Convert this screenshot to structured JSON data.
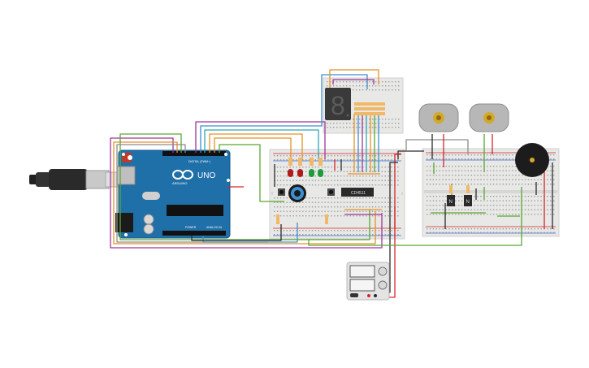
{
  "arduino": {
    "logo_text": "UNO",
    "brand_text": "ARDUINO",
    "digital_label": "DIGITAL (PWM~)",
    "analog_label": "ANALOG IN",
    "power_label": "POWER"
  },
  "ic": {
    "label": "CD4511"
  },
  "seven_segment": {
    "digit": "8"
  },
  "transistors": [
    {
      "label": "N"
    },
    {
      "label": "N"
    }
  ],
  "colors": {
    "board": "#1f6fa9",
    "breadboard": "#e8e8e6",
    "wire_orange": "#e69128",
    "wire_purple": "#a0369a",
    "wire_green": "#5aa832",
    "wire_blue": "#3d8fd1",
    "wire_red": "#d6262c",
    "wire_black": "#2b2b2b",
    "wire_gray": "#8c8c8c"
  }
}
